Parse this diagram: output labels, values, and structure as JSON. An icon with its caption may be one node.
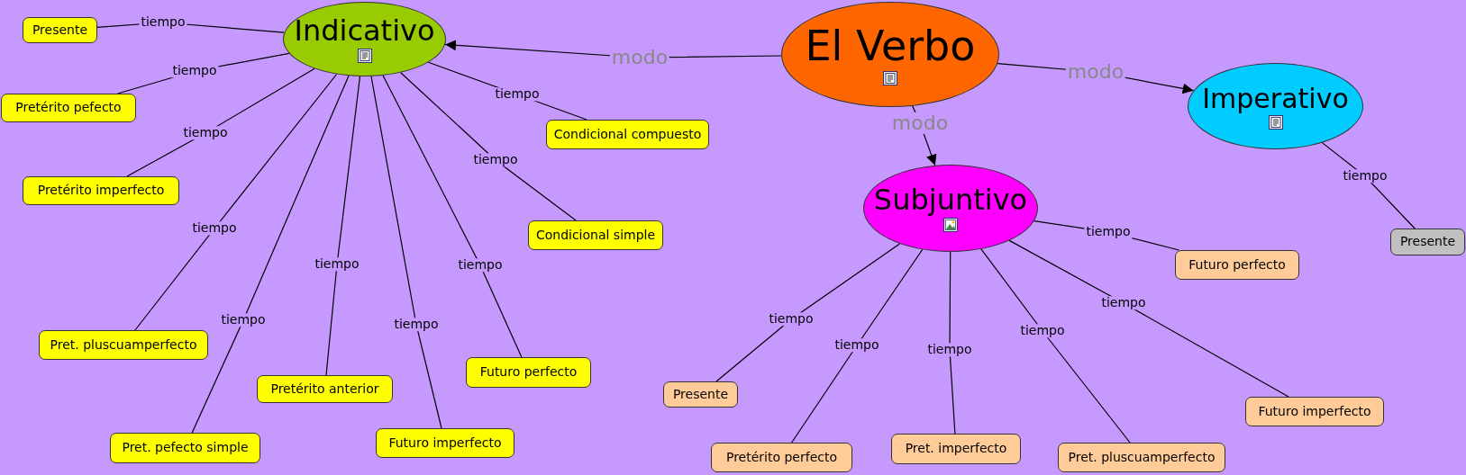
{
  "diagram": {
    "nodes": [
      {
        "text": [
          "El Verbo"
        ]
      },
      {
        "text": [
          "Indicativo"
        ]
      },
      {
        "text": [
          "Imperativo"
        ]
      },
      {
        "text": [
          "Subjuntivo"
        ]
      },
      {
        "text": [
          "Presente"
        ]
      },
      {
        "text": [
          "Pretérito pefecto"
        ]
      },
      {
        "text": [
          "Condicional compuesto"
        ]
      },
      {
        "text": [
          "Pretérito imperfecto"
        ]
      },
      {
        "text": [
          "Condicional simple"
        ]
      },
      {
        "text": [
          "Pret. pluscuamperfecto"
        ]
      },
      {
        "text": [
          "Pretérito anterior"
        ]
      },
      {
        "text": [
          "Futuro perfecto"
        ]
      },
      {
        "text": [
          "Pret. pefecto simple"
        ]
      },
      {
        "text": [
          "Futuro imperfecto"
        ]
      },
      {
        "text": [
          "Presente"
        ]
      },
      {
        "text": [
          "Futuro perfecto"
        ]
      },
      {
        "text": [
          "Pretérito perfecto"
        ]
      },
      {
        "text": [
          "Pret. imperfecto"
        ]
      },
      {
        "text": [
          "Pret. pluscuamperfecto"
        ]
      },
      {
        "text": [
          "Futuro imperfecto"
        ]
      },
      {
        "text": [
          "Presente"
        ]
      }
    ],
    "edges": [
      {
        "from": 0,
        "to": 1,
        "arrow": "to",
        "label": "modo"
      },
      {
        "from": 0,
        "to": 2,
        "arrow": "to",
        "label": "modo"
      },
      {
        "from": 0,
        "to": 3,
        "arrow": "to",
        "label": "modo"
      },
      {
        "from": 1,
        "to": 4,
        "arrow": "none",
        "label": "tiempo"
      },
      {
        "from": 1,
        "to": 5,
        "arrow": "none",
        "label": "tiempo"
      },
      {
        "from": 1,
        "to": 6,
        "arrow": "none",
        "label": "tiempo"
      },
      {
        "from": 1,
        "to": 7,
        "arrow": "none",
        "label": "tiempo"
      },
      {
        "from": 1,
        "to": 8,
        "arrow": "none",
        "label": "tiempo"
      },
      {
        "from": 1,
        "to": 9,
        "arrow": "none",
        "label": "tiempo"
      },
      {
        "from": 1,
        "to": 10,
        "arrow": "none",
        "label": "tiempo"
      },
      {
        "from": 1,
        "to": 11,
        "arrow": "none",
        "label": "tiempo"
      },
      {
        "from": 1,
        "to": 12,
        "arrow": "none",
        "label": "tiempo"
      },
      {
        "from": 1,
        "to": 13,
        "arrow": "none",
        "label": "tiempo"
      },
      {
        "from": 3,
        "to": 14,
        "arrow": "none",
        "label": "tiempo"
      },
      {
        "from": 3,
        "to": 15,
        "arrow": "none",
        "label": "tiempo"
      },
      {
        "from": 3,
        "to": 16,
        "arrow": "none",
        "label": "tiempo"
      },
      {
        "from": 3,
        "to": 17,
        "arrow": "none",
        "label": "tiempo"
      },
      {
        "from": 3,
        "to": 18,
        "arrow": "none",
        "label": "tiempo"
      },
      {
        "from": 3,
        "to": 19,
        "arrow": "none",
        "label": "tiempo"
      },
      {
        "from": 2,
        "to": 20,
        "arrow": "none",
        "label": "tiempo"
      }
    ]
  }
}
